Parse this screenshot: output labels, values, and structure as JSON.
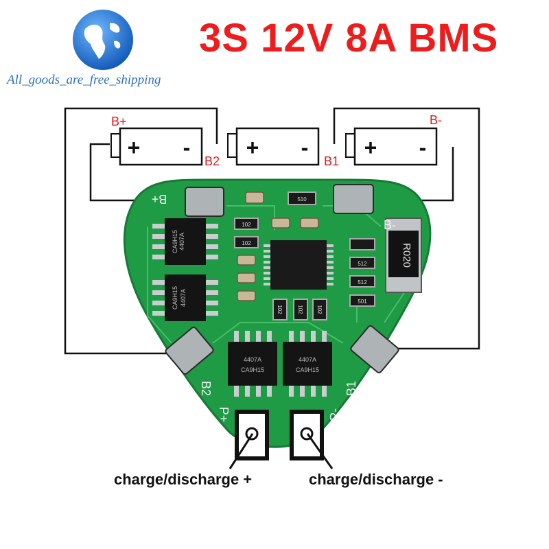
{
  "header": {
    "title": "3S 12V 8A BMS",
    "shop_text": "All_goods_are_free_shipping"
  },
  "battery_labels": {
    "b_plus": "B+",
    "b_minus": "B-",
    "b2": "B2",
    "b1": "B1",
    "plus_sign": "+",
    "minus_sign": "-"
  },
  "board": {
    "pad_labels": {
      "b_plus": "B+",
      "b_minus": "B-",
      "b2": "B2",
      "b1": "B1",
      "p_plus": "P+",
      "p_minus": "P-"
    },
    "resistor_label": "R020",
    "mosfet_marking_line1": "4407A",
    "mosfet_marking_line2": "CA9H15",
    "smd_codes": [
      "510",
      "102",
      "102",
      "512",
      "512",
      "501",
      "102",
      "102",
      "102"
    ]
  },
  "captions": {
    "charge_plus": "charge/discharge +",
    "charge_minus": "charge/discharge -"
  },
  "colors": {
    "title_red": "#ee1c1c",
    "pcb_green": "#1f9a45",
    "globe_blue": "#1d73cf"
  }
}
